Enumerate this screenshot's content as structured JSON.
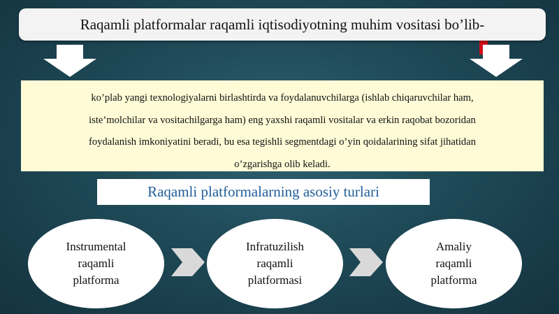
{
  "title": "Raqamli platformalar raqamli iqtisodiyotning muhim vositasi bo’lib-",
  "description_lines": [
    "ko’plab yangi texnologiyalarni birlashtirda va foydalanuvchilarga (ishlab chiqaruvchilar ham,",
    "iste’molchilar va vositachilgarga ham) eng yaxshi raqamli vositalar va erkin raqobat bozoridan",
    "foydalanish imkoniyatini beradi, bu esa tegishli segmentdagi o’yin qoidalarining sifat jihatidan",
    "o’zgarishga olib keladi."
  ],
  "types_title": "Raqamli platformalarning asosiy turlari",
  "types": [
    {
      "lines": [
        "Instrumental",
        "raqamli",
        "platforma"
      ]
    },
    {
      "lines": [
        "Infratuzilish",
        "raqamli",
        "platformasi"
      ]
    },
    {
      "lines": [
        "Amaliy",
        "raqamli",
        "platforma"
      ]
    }
  ],
  "colors": {
    "background": "#1f4a58",
    "description_bg": "#fefbd6",
    "types_title_text": "#1f5d99",
    "chevron": "#d9d9d9",
    "accent_red": "#d0101a"
  },
  "icons": {
    "down_arrow": "down-arrow-icon",
    "chevron": "chevron-right-icon"
  }
}
